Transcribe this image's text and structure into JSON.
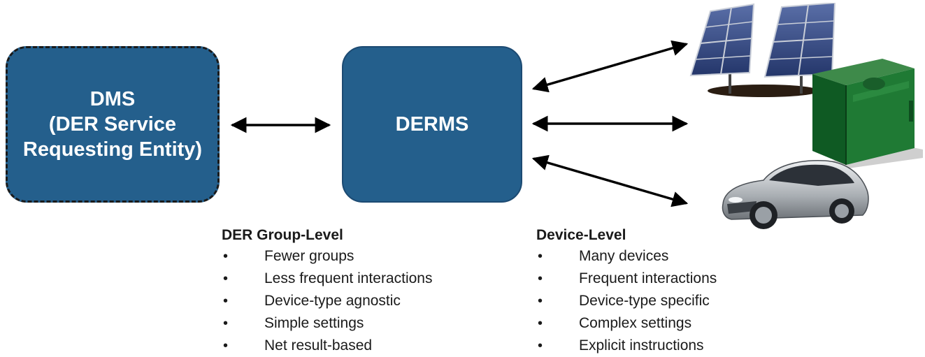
{
  "colors": {
    "box_fill": "#245f8c",
    "box_border_dashed": "#1a1a1a",
    "arrow": "#000000",
    "text": "#1a1a1a"
  },
  "dms_box": {
    "line1": "DMS",
    "line2": "(DER Service",
    "line3": "Requesting Entity)"
  },
  "derms_box": {
    "label": "DERMS"
  },
  "group_level": {
    "title": "DER Group-Level",
    "items": [
      "Fewer groups",
      "Less frequent interactions",
      "Device-type agnostic",
      "Simple settings",
      "Net result-based"
    ]
  },
  "device_level": {
    "title": "Device-Level",
    "items": [
      "Many devices",
      "Frequent interactions",
      "Device-type specific",
      "Complex settings",
      "Explicit instructions"
    ]
  },
  "bullet_char": "•",
  "devices": {
    "icons": [
      "solar-panel-icon",
      "generator-icon",
      "electric-car-icon"
    ]
  }
}
